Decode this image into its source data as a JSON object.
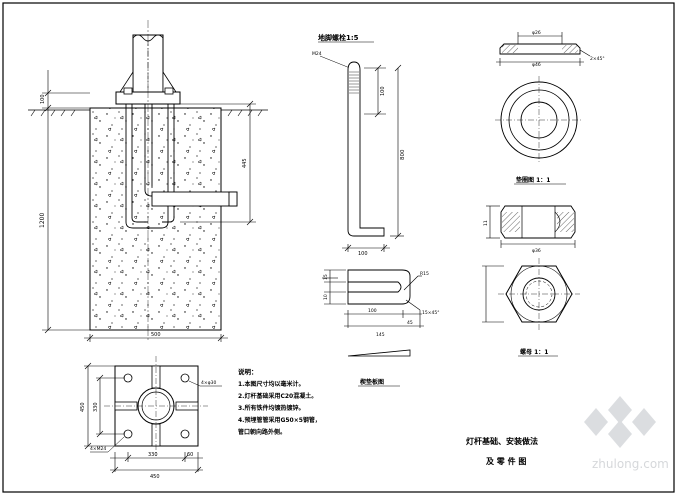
{
  "top_view": {
    "title": "地脚螺栓1:5",
    "label_m24": "M24",
    "dim_top_bend": "100",
    "dim_total": "800",
    "dim_foot": "100"
  },
  "foundation": {
    "dim_above": "100",
    "dim_height": "1200",
    "dim_embed": "445",
    "dim_width": "500"
  },
  "base_plate": {
    "dim_width": "450",
    "dim_left": "450",
    "dim_inner_v": "330",
    "dim_inner_h": "330",
    "dim_right": "60",
    "label_holes": "4×φ30",
    "label_bolts": "4×M24"
  },
  "shim": {
    "dim_h1": "15",
    "dim_h2": "10",
    "dim_w1": "100",
    "dim_w2": "145",
    "dim_gap": "45",
    "label_radius": "R15",
    "label_chamfer": "15×45°",
    "title": "楔垫板图"
  },
  "washer": {
    "dim_thick": "φ26",
    "dim_outer": "φ46",
    "label_chamfer": "2×45°",
    "title": "垫圈图 1：1"
  },
  "nut": {
    "dim_height": "11",
    "dim_width": "φ36",
    "title": "螺母 1：1"
  },
  "notes": {
    "heading": "说明：",
    "items": [
      "1.本图尺寸均以毫米计。",
      "2.灯杆基础采用C20混凝土。",
      "3.所有铁件均镀热镀锌。",
      "4.预埋管管采用G50×5钢管，",
      "管口朝向路外侧。"
    ]
  },
  "title_block": {
    "line1": "灯杆基础、安装做法",
    "line2": "及 零 件 图"
  },
  "watermark": {
    "text": "zhulong.com"
  }
}
